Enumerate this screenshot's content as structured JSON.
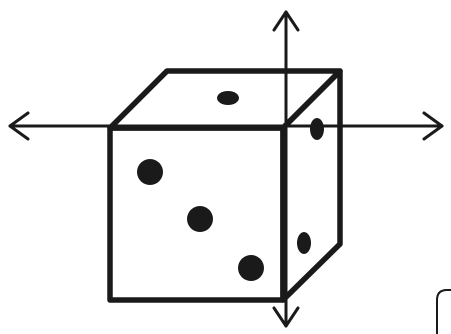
{
  "diagram": {
    "subject": "die-with-axes",
    "colors": {
      "ink": "#1a1a1a",
      "background": "#ffffff"
    },
    "faces": {
      "front": {
        "pips": 3
      },
      "top": {
        "pips": 1
      },
      "side": {
        "pips": 2
      }
    },
    "axes": {
      "horizontal": "double-arrow",
      "vertical": "double-arrow"
    }
  }
}
